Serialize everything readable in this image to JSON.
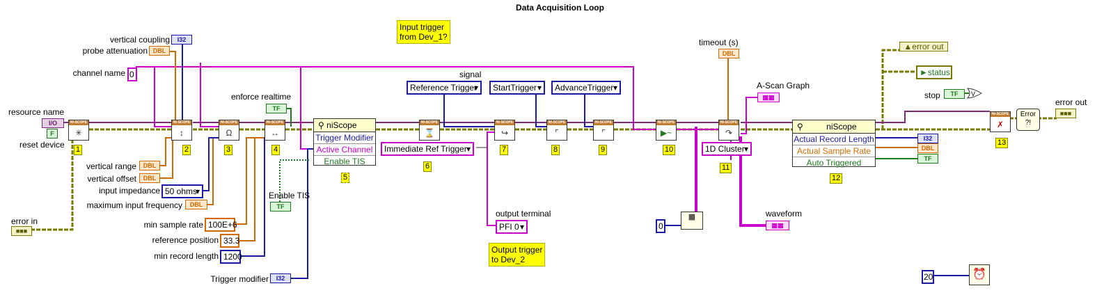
{
  "title": "Data Acquisition Loop",
  "comments": {
    "input_trigger": "Input trigger\nfrom Dev_1?",
    "output_trigger": "Output trigger\nto Dev_2"
  },
  "labels": {
    "vertical_coupling": "vertical coupling",
    "probe_attenuation": "probe attenuation",
    "channel_name": "channel name",
    "resource_name": "resource name",
    "reset_device": "reset device",
    "error_in": "error in",
    "vertical_range": "vertical range",
    "vertical_offset": "vertical offset",
    "input_impedance": "input impedance",
    "maximum_input_frequency": "maximum input frequency",
    "min_sample_rate": "min sample rate",
    "reference_position": "reference position",
    "min_record_length": "min record length",
    "trigger_modifier": "Trigger modifier",
    "enforce_realtime": "enforce realtime",
    "enable_tis": "Enable TIS",
    "signal": "signal",
    "output_terminal": "output terminal",
    "timeout": "timeout (s)",
    "a_scan_graph": "A-Scan Graph",
    "waveform": "waveform",
    "error_out_local": "error out",
    "status": "status",
    "stop": "stop",
    "error_out": "error out"
  },
  "terminals": {
    "i32": "I32",
    "dbl": "DBL",
    "tf": "TF",
    "io": "I/O",
    "f": "F"
  },
  "constants": {
    "channel_name": "0",
    "input_impedance": "50 ohms",
    "min_sample_rate": "100E+6",
    "reference_position": "33.3",
    "min_record_length": "1200",
    "reference_trigger": "Reference Trigger",
    "start_trigger": "StartTrigger",
    "advance_trigger": "AdvanceTrigger",
    "immediate_ref_trigger": "Immediate Ref Trigger",
    "output_terminal": "PFI 0",
    "fetch_type": "1D Cluster",
    "array_index": "0",
    "wait_ms": "20"
  },
  "property_nodes": {
    "trigger": {
      "header": "niScope",
      "rows": [
        "Trigger Modifier",
        "Active Channel",
        "Enable TIS"
      ]
    },
    "acquisition": {
      "header": "niScope",
      "rows": [
        "Actual Record Length",
        "Actual Sample Rate",
        "Auto Triggered"
      ]
    }
  },
  "step_numbers": [
    "1",
    "2",
    "3",
    "4",
    "5",
    "6",
    "7",
    "8",
    "9",
    "10",
    "11",
    "12",
    "13"
  ],
  "subvi_header": "NI-SCOPE",
  "error_handler_label": "Error ?!",
  "colors": {
    "error_cluster_wire": "#7a7a00",
    "string_wire": "#cc00cc",
    "numeric_dbl_wire": "#d26a00",
    "numeric_int_wire": "#1a1aa5",
    "boolean_wire": "#1e7b1e",
    "comment_fill": "#ffff00"
  }
}
